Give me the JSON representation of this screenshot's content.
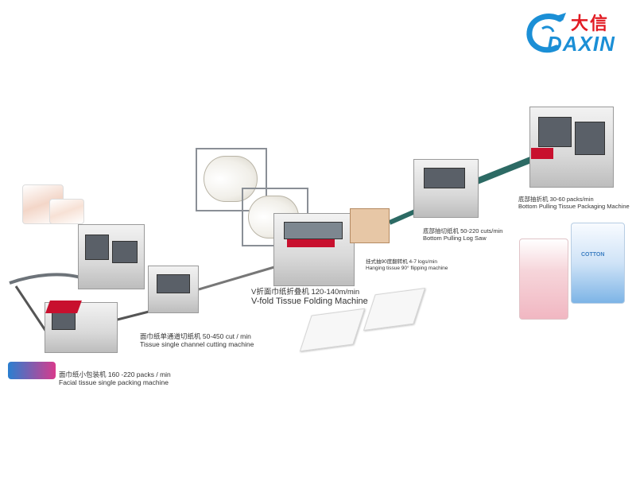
{
  "logo": {
    "text_cn": "大信",
    "text_en": "DAXIN",
    "colors": {
      "cn": "#e21b23",
      "en": "#1b8fd6"
    }
  },
  "captions": {
    "bottom_pulling_packaging": {
      "cn": "底部抽折机 30-60 packs/min",
      "en": "Bottom Pulling Tissue Packaging Machine"
    },
    "bottom_pulling_saw": {
      "cn": "底部抽切纸机 50-220 cuts/min",
      "en": "Bottom Pulling Log Saw"
    },
    "hanging_flipping": {
      "cn": "挂式抽90度翻转机 4-7 logs/min",
      "en": "Hanging tissue 90° flipping machine"
    },
    "vfold": {
      "cn": "V折面巾纸折叠机 120-140m/min",
      "en": "V-fold Tissue Folding Machine"
    },
    "single_channel": {
      "cn": "面巾纸单通道切纸机 50-450 cut / min",
      "en": "Tissue single channel cutting machine"
    },
    "single_packing": {
      "cn": "面巾纸小包装机 160 -220 packs / min",
      "en": "Facial tissue single packing machine"
    }
  },
  "product_labels": {
    "cotton": "COTTON"
  },
  "colors": {
    "conveyor": "#2c6a64",
    "accent_red": "#c8102e",
    "machine": "#d9d9d9"
  }
}
